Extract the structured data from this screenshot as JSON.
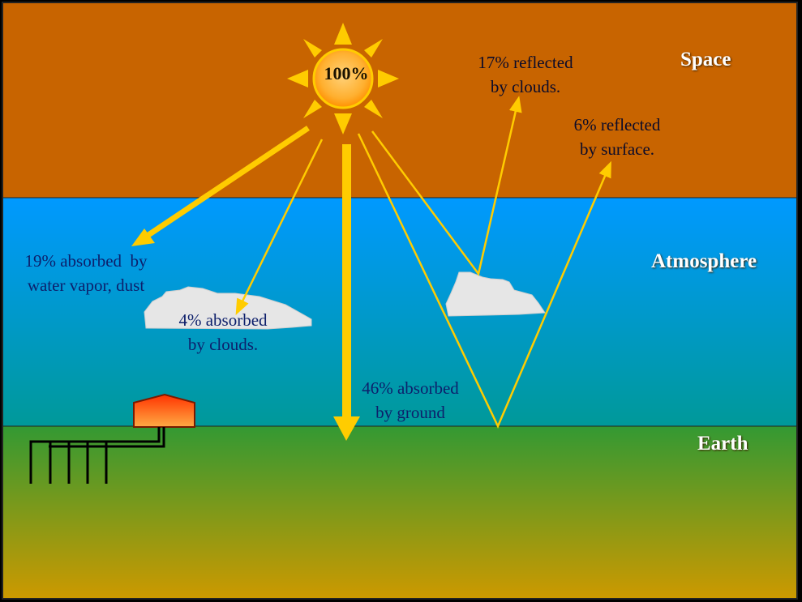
{
  "layers": {
    "space": "Space",
    "atmosphere": "Atmosphere",
    "earth": "Earth"
  },
  "sun": {
    "percent": "100%"
  },
  "labels": {
    "reflected_clouds": {
      "line1": "17% reflected",
      "line2": "by clouds."
    },
    "reflected_surface": {
      "line1": "6% reflected",
      "line2": "by surface."
    },
    "absorbed_vapor": {
      "line1": "19% absorbed  by",
      "line2": "water vapor, dust"
    },
    "absorbed_clouds": {
      "line1": "4% absorbed",
      "line2": "by clouds."
    },
    "absorbed_ground": {
      "line1": "46% absorbed",
      "line2": "by ground"
    }
  },
  "colors": {
    "space": "#c86400",
    "atmosphere_top": "#0099ff",
    "atmosphere_bottom": "#009999",
    "earth_top": "#339933",
    "earth_bottom": "#cc9900",
    "ray": "#ffcc00",
    "sun": "#ffcc00",
    "cloud": "#e6e6e6",
    "house": "#ff5a14"
  }
}
